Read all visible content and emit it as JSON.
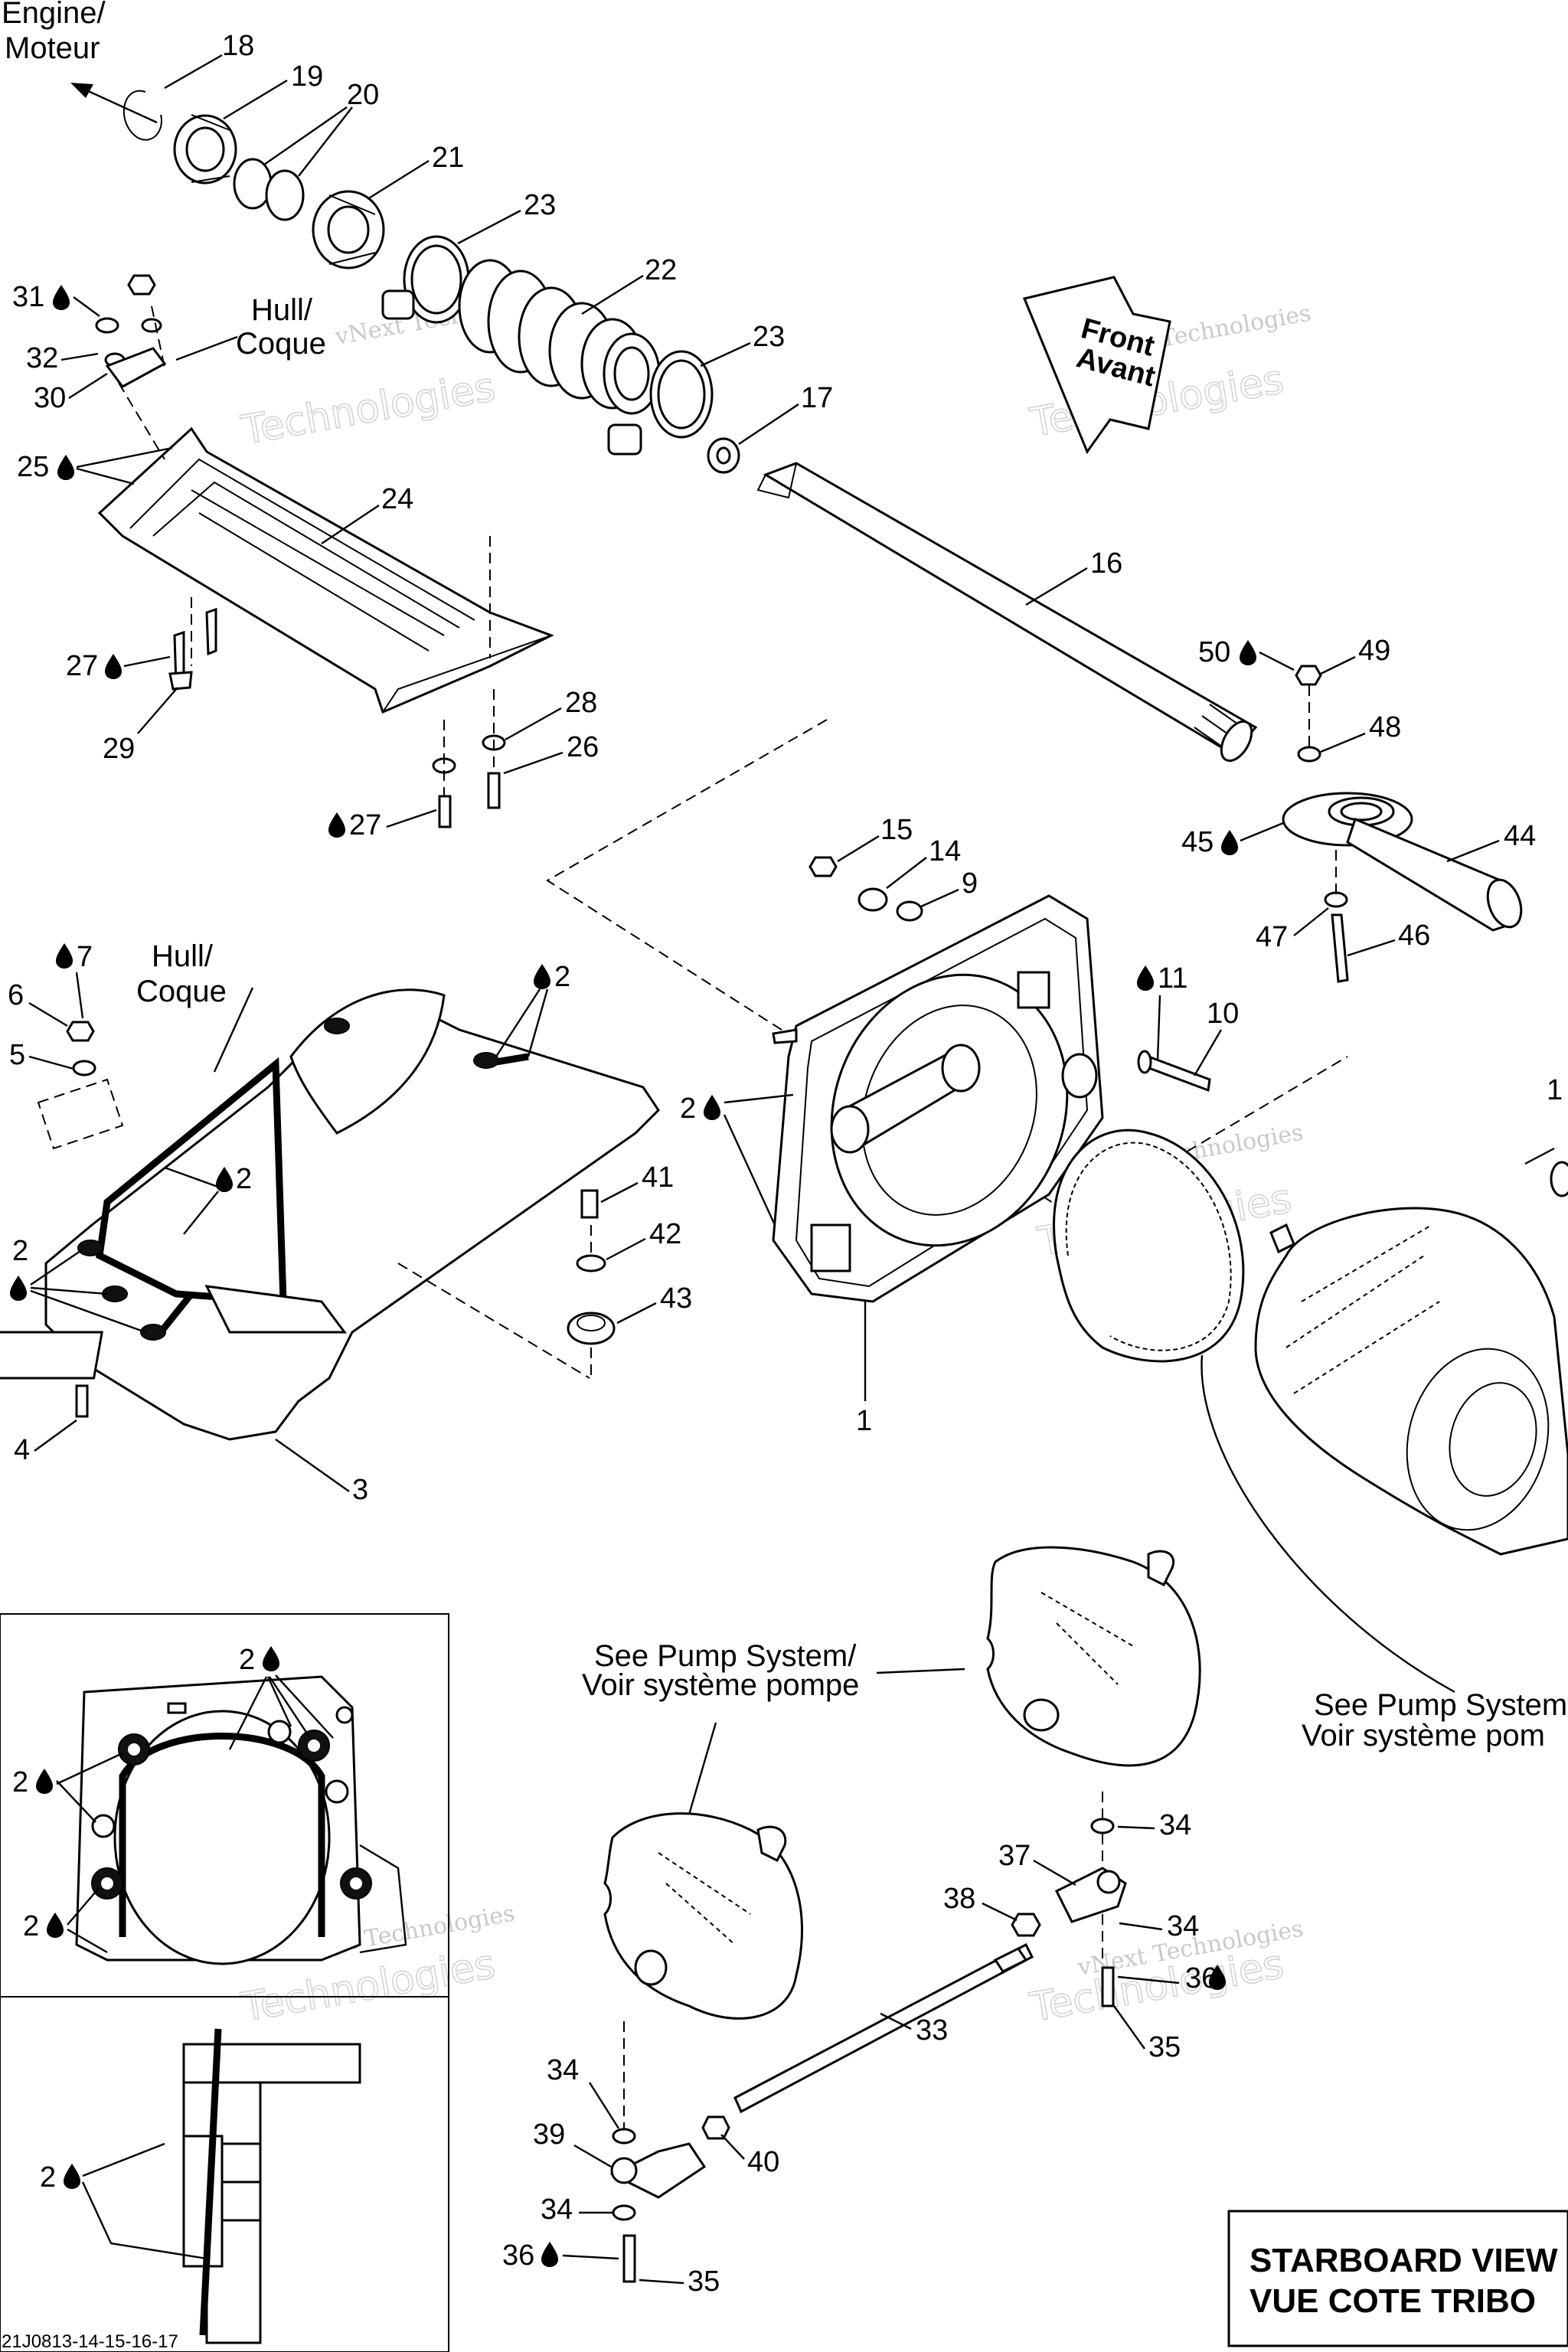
{
  "labels": {
    "engine": [
      "Engine/",
      "Moteur"
    ],
    "hull_top": [
      "Hull/",
      "Coque"
    ],
    "hull_mid": [
      "Hull/",
      "Coque"
    ],
    "front": [
      "Front",
      "Avant"
    ],
    "see_pump_left": [
      "See Pump System/",
      "Voir système pompe"
    ],
    "see_pump_right": [
      "See Pump System",
      "Voir système pom"
    ],
    "view_title": [
      "STARBOARD VIEW",
      "VUE COTE TRIBO"
    ]
  },
  "drawing_code": "21J0813-14-15-16-17",
  "watermark": [
    "vNext Technologies",
    "Technologies"
  ],
  "callouts": [
    {
      "id": "c18",
      "text": "18"
    },
    {
      "id": "c19",
      "text": "19"
    },
    {
      "id": "c20",
      "text": "20"
    },
    {
      "id": "c21",
      "text": "21"
    },
    {
      "id": "c23a",
      "text": "23"
    },
    {
      "id": "c22",
      "text": "22"
    },
    {
      "id": "c23b",
      "text": "23"
    },
    {
      "id": "c17",
      "text": "17"
    },
    {
      "id": "c31",
      "text": "31"
    },
    {
      "id": "c32",
      "text": "32"
    },
    {
      "id": "c30",
      "text": "30"
    },
    {
      "id": "c25",
      "text": "25"
    },
    {
      "id": "c24",
      "text": "24"
    },
    {
      "id": "c16",
      "text": "16"
    },
    {
      "id": "c27a",
      "text": "27"
    },
    {
      "id": "c29",
      "text": "29"
    },
    {
      "id": "c28",
      "text": "28"
    },
    {
      "id": "c26",
      "text": "26"
    },
    {
      "id": "c27b",
      "text": "27"
    },
    {
      "id": "c50",
      "text": "50"
    },
    {
      "id": "c49",
      "text": "49"
    },
    {
      "id": "c48",
      "text": "48"
    },
    {
      "id": "c45",
      "text": "45"
    },
    {
      "id": "c44",
      "text": "44"
    },
    {
      "id": "c15",
      "text": "15"
    },
    {
      "id": "c14",
      "text": "14"
    },
    {
      "id": "c9",
      "text": "9"
    },
    {
      "id": "c47",
      "text": "47"
    },
    {
      "id": "c46",
      "text": "46"
    },
    {
      "id": "c7",
      "text": "7"
    },
    {
      "id": "c6",
      "text": "6"
    },
    {
      "id": "c5",
      "text": "5"
    },
    {
      "id": "c2a",
      "text": "2"
    },
    {
      "id": "c11",
      "text": "11"
    },
    {
      "id": "c10",
      "text": "10"
    },
    {
      "id": "c2b",
      "text": "2"
    },
    {
      "id": "c1r",
      "text": "1"
    },
    {
      "id": "c2c",
      "text": "2"
    },
    {
      "id": "c41",
      "text": "41"
    },
    {
      "id": "c42",
      "text": "42"
    },
    {
      "id": "c43",
      "text": "43"
    },
    {
      "id": "c2d",
      "text": "2"
    },
    {
      "id": "c4",
      "text": "4"
    },
    {
      "id": "c3",
      "text": "3"
    },
    {
      "id": "c1",
      "text": "1"
    },
    {
      "id": "c2e",
      "text": "2"
    },
    {
      "id": "c2f",
      "text": "2"
    },
    {
      "id": "c2g",
      "text": "2"
    },
    {
      "id": "c34a",
      "text": "34"
    },
    {
      "id": "c37",
      "text": "37"
    },
    {
      "id": "c38",
      "text": "38"
    },
    {
      "id": "c34b",
      "text": "34"
    },
    {
      "id": "c36a",
      "text": "36"
    },
    {
      "id": "c35a",
      "text": "35"
    },
    {
      "id": "c33",
      "text": "33"
    },
    {
      "id": "c34c",
      "text": "34"
    },
    {
      "id": "c39",
      "text": "39"
    },
    {
      "id": "c40",
      "text": "40"
    },
    {
      "id": "c34d",
      "text": "34"
    },
    {
      "id": "c2h",
      "text": "2"
    },
    {
      "id": "c36b",
      "text": "36"
    },
    {
      "id": "c35b",
      "text": "35"
    }
  ]
}
